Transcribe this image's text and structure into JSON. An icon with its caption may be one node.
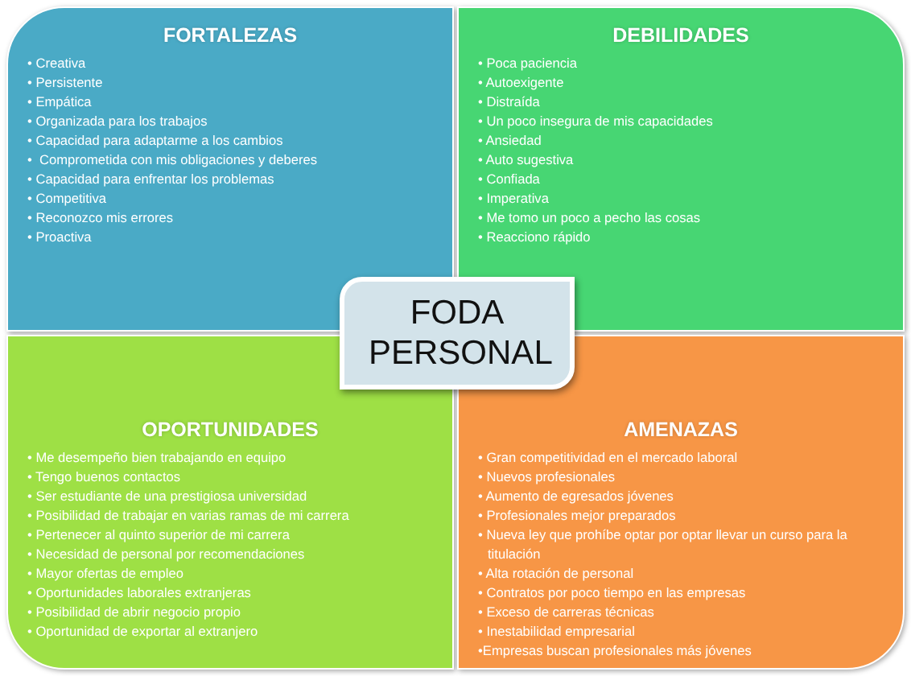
{
  "diagram": {
    "nodes": [
      {
        "text": [
          "FORTALEZAS",
          "• Creativa",
          "• Persistente",
          "• Empática",
          "• Organizada para los trabajos",
          "• Capacidad para adaptarme a los cambios",
          "•  Comprometida con mis obligaciones y deberes",
          "• Capacidad para enfrentar los problemas",
          "• Competitiva",
          "• Reconozco mis errores",
          "• Proactiva"
        ]
      },
      {
        "text": [
          "DEBILIDADES",
          "• Poca paciencia",
          "• Autoexigente",
          "• Distraída",
          "• Un poco insegura de mis capacidades",
          "• Ansiedad",
          "• Auto sugestiva",
          "• Confiada",
          "• Imperativa",
          "• Me tomo un poco a pecho las cosas",
          "• Reacciono rápido"
        ]
      },
      {
        "text": [
          "FODA PERSONAL"
        ]
      },
      {
        "text": [
          "OPORTUNIDADES",
          "• Me desempeño bien trabajando en equipo",
          "• Tengo buenos contactos",
          "• Ser estudiante de una prestigiosa universidad",
          "• Posibilidad de trabajar en varias ramas de mi carrera",
          "• Pertenecer al quinto superior de mi carrera",
          "• Necesidad de personal por recomendaciones",
          "• Mayor ofertas de empleo",
          "• Oportunidades laborales extranjeras",
          "• Posibilidad de abrir negocio propio",
          "• Oportunidad de exportar al extranjero"
        ]
      },
      {
        "text": [
          "AMENAZAS",
          "• Gran competitividad en el mercado laboral",
          "• Nuevos profesionales",
          "• Aumento de egresados jóvenes",
          "• Profesionales mejor preparados",
          "• Nueva ley que prohíbe optar por optar llevar un curso para la titulación",
          "• Alta rotación de personal",
          "• Contratos por poco tiempo en las empresas",
          "• Exceso de carreras técnicas",
          "• Inestabilidad empresarial",
          "•Empresas buscan profesionales más jóvenes"
        ]
      }
    ]
  }
}
